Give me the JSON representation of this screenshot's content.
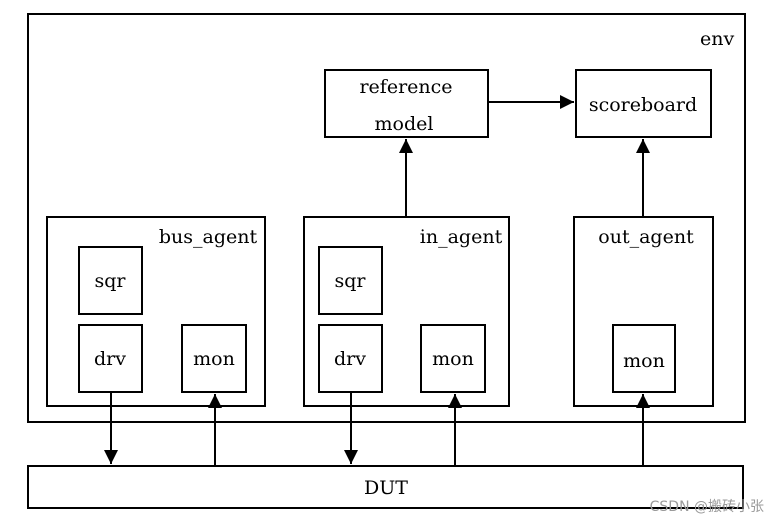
{
  "diagram": {
    "env": "env",
    "reference_model_line1": "reference",
    "reference_model_line2": "model",
    "scoreboard": "scoreboard",
    "bus_agent": {
      "title": "bus_agent",
      "sqr": "sqr",
      "drv": "drv",
      "mon": "mon"
    },
    "in_agent": {
      "title": "in_agent",
      "sqr": "sqr",
      "drv": "drv",
      "mon": "mon"
    },
    "out_agent": {
      "title": "out_agent",
      "mon": "mon"
    },
    "dut": "DUT"
  },
  "watermark": "CSDN @搬砖小张",
  "colors": {
    "stroke": "#000000",
    "background": "#ffffff",
    "watermark": "#9a9a9a"
  }
}
